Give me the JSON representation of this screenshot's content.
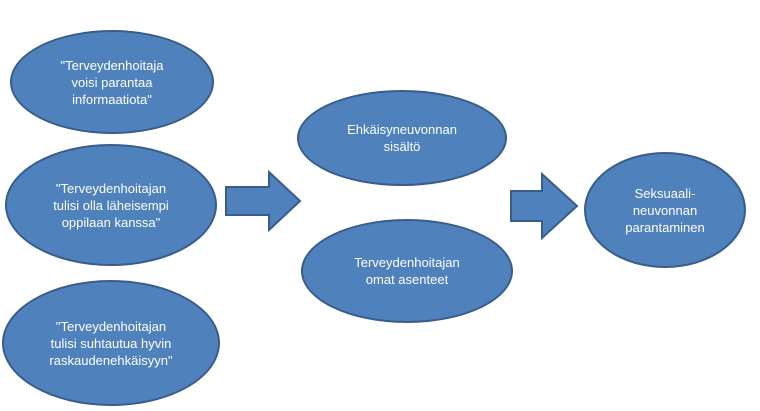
{
  "diagram": {
    "nodes": {
      "quote1": {
        "label": "\"Terveydenhoitaja\nvoisi parantaa\ninformaatiota\""
      },
      "quote2": {
        "label": "\"Terveydenhoitajan\ntulisi olla läheisempi\noppilaan kanssa\""
      },
      "quote3": {
        "label": "\"Terveydenhoitajan\ntulisi suhtautua  hyvin\nraskaudenehkäisyyn\""
      },
      "content": {
        "label": "Ehkäisyneuvonnan\nsisältö"
      },
      "attitudes": {
        "label": "Terveydenhoitajan\nomat asenteet"
      },
      "outcome": {
        "label": "Seksuaali-\nneuvonnan\nparantaminen"
      }
    },
    "colors": {
      "fill": "#4f81bd",
      "stroke": "#385d8a",
      "text": "#ffffff"
    }
  }
}
